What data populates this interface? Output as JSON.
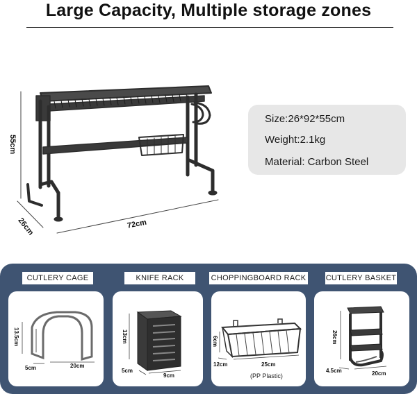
{
  "title": "Large Capacity, Multiple storage zones",
  "dimensions": {
    "height": "55cm",
    "depth": "26cm",
    "width": "72cm"
  },
  "specs": {
    "size": "Size:26*92*55cm",
    "weight": "Weight:2.1kg",
    "material": "Material: Carbon Steel"
  },
  "accessories": [
    {
      "label": "CUTLERY CAGE",
      "dims": [
        "13.5cm",
        "5cm",
        "20cm"
      ],
      "note": ""
    },
    {
      "label": "KNIFE RACK",
      "dims": [
        "13cm",
        "5cm",
        "9cm"
      ],
      "note": ""
    },
    {
      "label": "CHOPPINGBOARD RACK",
      "dims": [
        "6cm",
        "12cm",
        "25cm"
      ],
      "note": "(PP Plastic)"
    },
    {
      "label": "CUTLERY BASKET",
      "dims": [
        "26cm",
        "4.5cm",
        "20cm"
      ],
      "note": ""
    }
  ],
  "colors": {
    "panel": "#3f5472",
    "spec_card": "#e7e7e7",
    "product": "#2d2d2d"
  }
}
